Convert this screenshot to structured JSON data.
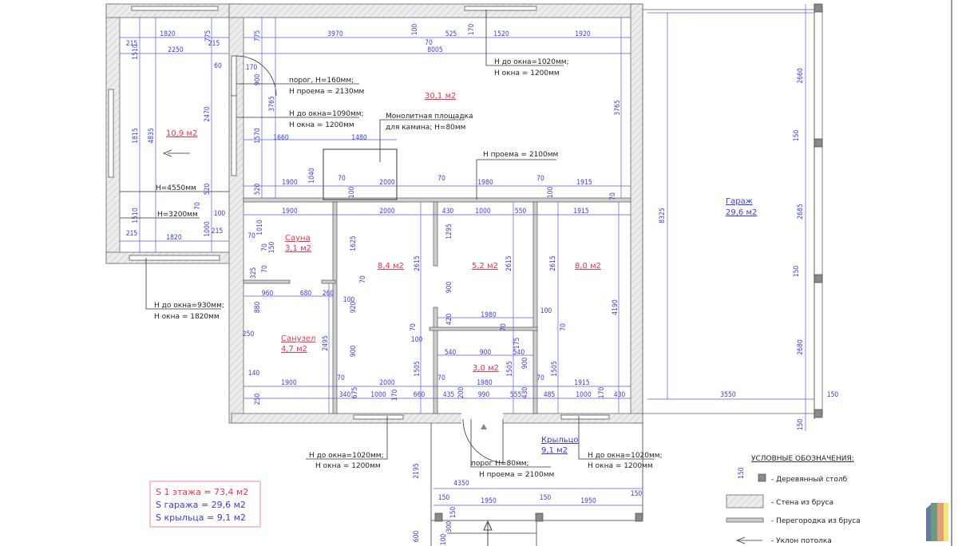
{
  "rooms": {
    "veranda_area": "10,9 м2",
    "living_area": "30,1 м2",
    "sauna_name": "Сауна",
    "sauna_area": "3,1 м2",
    "room_a_area": "8,4 м2",
    "room_b_area": "5,2 м2",
    "room_c_area": "8,0 м2",
    "bath_name": "Санузел",
    "bath_area": "4,7 м2",
    "hall_area": "3,0 м2",
    "garage_name": "Гараж",
    "garage_area": "29,6 м2",
    "porch_name": "Крыльцо",
    "porch_area": "9,1 м2"
  },
  "notes": {
    "threshold_1": "порог, H=160мм;",
    "opening_1": "H проема = 2130мм",
    "window_1a": "H до окна=1090мм;",
    "window_1b": "H окна = 1200мм",
    "fireplace_a": "Монолитная площадка",
    "fireplace_b": "для камина; H=80мм",
    "window_2a": "H до окна=1020мм;",
    "window_2b": "H окна = 1200мм",
    "opening_2": "H проема = 2100мм",
    "height_1": "H=4550мм",
    "height_2": "H=3200мм",
    "window_3a": "H до окна=930мм;",
    "window_3b": "H окна = 1820мм",
    "window_4a": "H до окна=1020мм;",
    "window_4b": "H окна = 1200мм",
    "threshold_2": "порог H=80мм;",
    "opening_3": "H проема = 2100мм",
    "window_5a": "H до окна=1020мм;",
    "window_5b": "H окна = 1200мм"
  },
  "summary": {
    "floor": "S 1 этажа = 73,4 м2",
    "garage": "S гаража = 29,6 м2",
    "porch": "S крыльца = 9,1 м2"
  },
  "legend": {
    "title": "УСЛОВНЫЕ ОБОЗНАЧЕНИЯ:",
    "post_size": "150",
    "post": "- Деревянный столб",
    "wall": "- Стена из бруса",
    "partition": "- Перегородка из бруса",
    "slope": "- Уклон потолка"
  },
  "dims": [
    "1820",
    "215",
    "215",
    "775",
    "1510",
    "2250",
    "60",
    "170",
    "900",
    "2470",
    "1815",
    "4835",
    "520",
    "520",
    "1510",
    "1000",
    "100",
    "70",
    "215",
    "1820",
    "215",
    "775",
    "3970",
    "100",
    "70",
    "525",
    "170",
    "8005",
    "1520",
    "1920",
    "3765",
    "1570",
    "1660",
    "1480",
    "1040",
    "1900",
    "70",
    "100",
    "2000",
    "70",
    "1980",
    "70",
    "100",
    "1915",
    "3765",
    "70",
    "1900",
    "2000",
    "430",
    "1000",
    "550",
    "1915",
    "1010",
    "70",
    "70",
    "150",
    "325",
    "70",
    "1625",
    "1295",
    "2615",
    "2615",
    "2615",
    "900",
    "70",
    "960",
    "680",
    "260",
    "100",
    "920",
    "880",
    "250",
    "2495",
    "900",
    "420",
    "1980",
    "100",
    "70",
    "70",
    "70",
    "100",
    "4190",
    "540",
    "900",
    "540",
    "175",
    "900",
    "1505",
    "1505",
    "1505",
    "140",
    "1900",
    "70",
    "2000",
    "70",
    "1980",
    "70",
    "1915",
    "250",
    "340",
    "675",
    "1000",
    "170",
    "660",
    "435",
    "200",
    "990",
    "555",
    "430",
    "485",
    "1000",
    "170",
    "430",
    "2660",
    "150",
    "8325",
    "2685",
    "150",
    "2680",
    "3550",
    "150",
    "150",
    "2195",
    "4350",
    "150",
    "1950",
    "150",
    "1950",
    "150",
    "150",
    "600",
    "300",
    "100"
  ],
  "colors": {
    "dimension": "#3b3bd9",
    "room_label": "#f0334d",
    "wall": "#e6e6e6"
  }
}
